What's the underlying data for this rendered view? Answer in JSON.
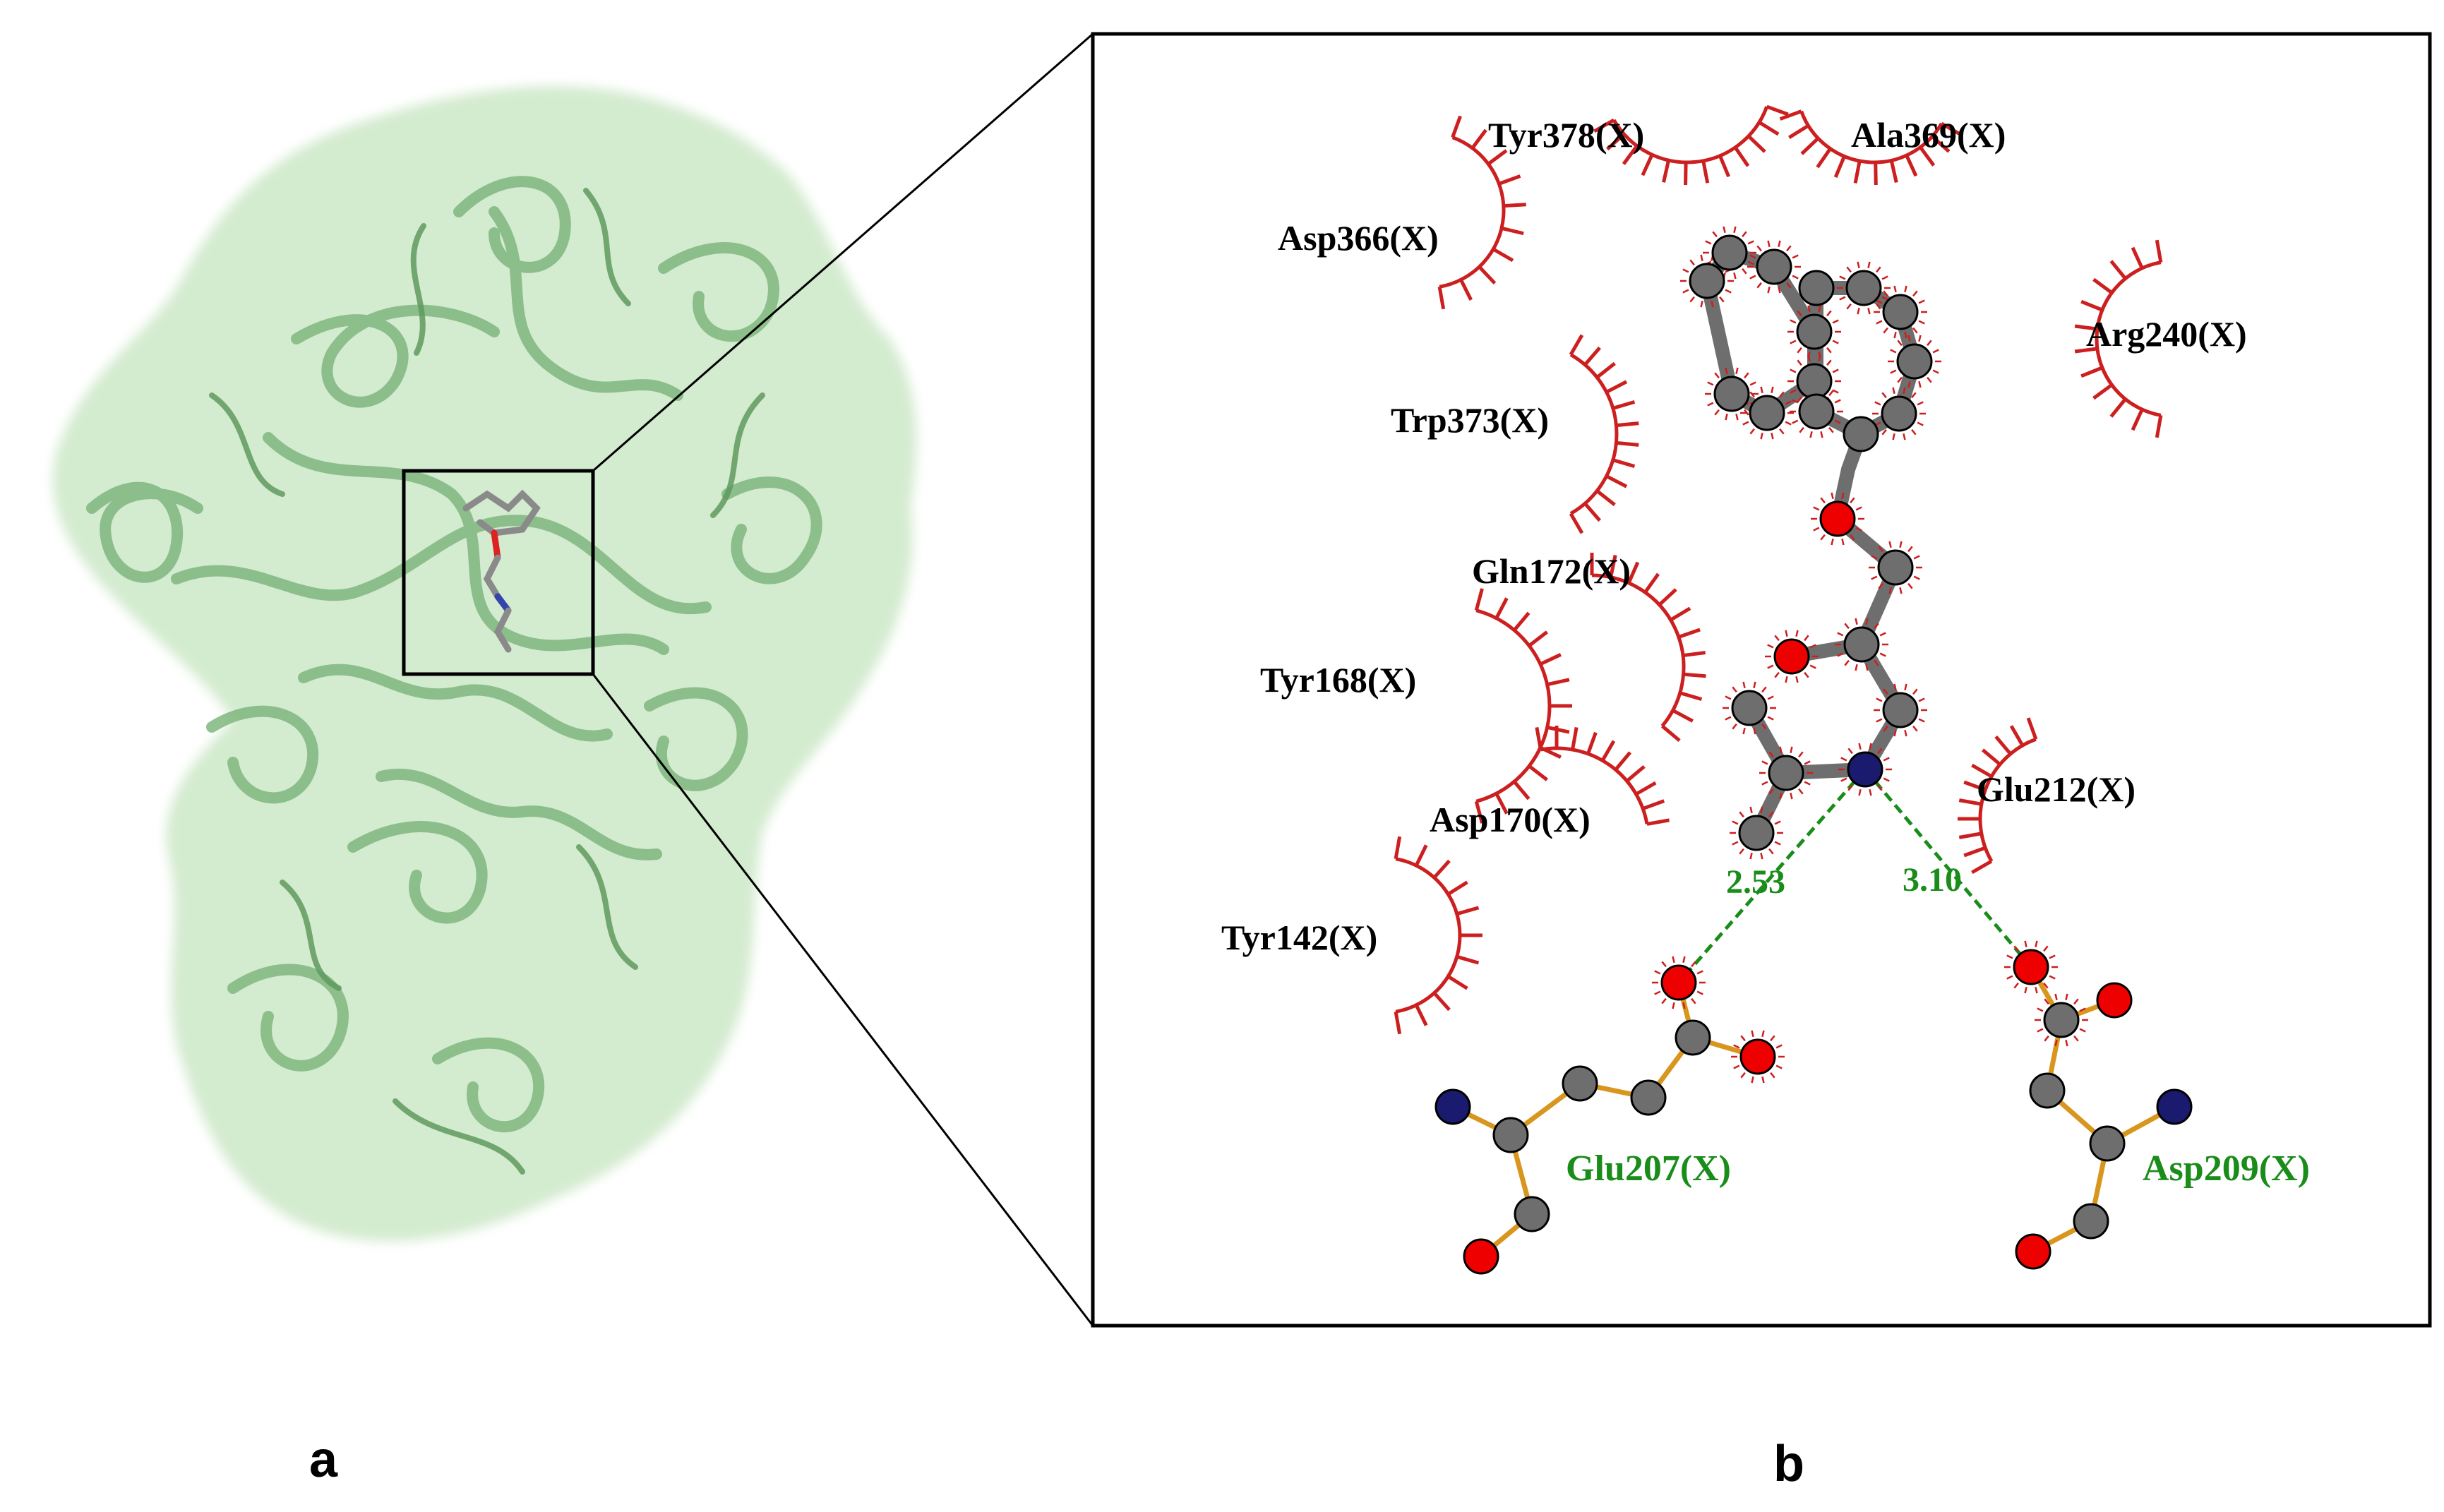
{
  "panels": {
    "a": {
      "label": "a"
    },
    "b": {
      "label": "b"
    }
  },
  "colors": {
    "protein_ribbon": "#7fb77e",
    "protein_surface": "#c9e6c4",
    "hydrophobic_arc": "#cc1f1f",
    "hbond": "#1a8c1a",
    "carbon": "#6e6e6e",
    "oxygen": "#ee0000",
    "nitrogen": "#1a1a6e",
    "residue_bond": "#d9961e"
  },
  "hydrophobic_residues": [
    {
      "id": "tyr378",
      "label": "Tyr378(X)"
    },
    {
      "id": "ala369",
      "label": "Ala369(X)"
    },
    {
      "id": "asp366",
      "label": "Asp366(X)"
    },
    {
      "id": "arg240",
      "label": "Arg240(X)"
    },
    {
      "id": "trp373",
      "label": "Trp373(X)"
    },
    {
      "id": "gln172",
      "label": "Gln172(X)"
    },
    {
      "id": "tyr168",
      "label": "Tyr168(X)"
    },
    {
      "id": "glu212",
      "label": "Glu212(X)"
    },
    {
      "id": "asp170",
      "label": "Asp170(X)"
    },
    {
      "id": "tyr142",
      "label": "Tyr142(X)"
    }
  ],
  "hbond_residues": [
    {
      "id": "glu207",
      "label": "Glu207(X)",
      "distance": "2.53"
    },
    {
      "id": "asp209",
      "label": "Asp209(X)",
      "distance": "3.10"
    }
  ]
}
